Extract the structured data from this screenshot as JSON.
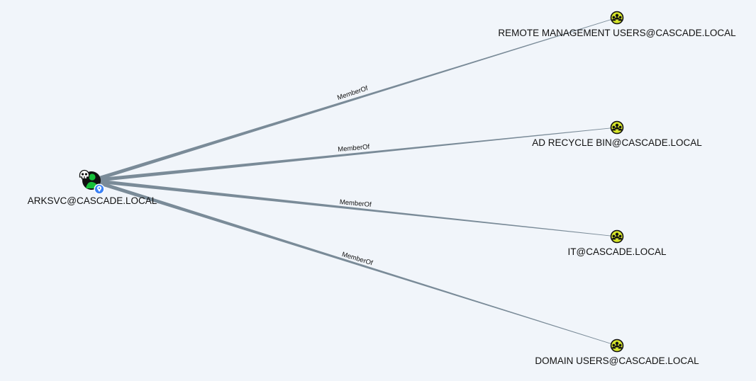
{
  "graph": {
    "source": {
      "id": "user",
      "label": "ARKSVC@CASCADE.LOCAL",
      "type": "user",
      "badges": [
        "skull-icon",
        "owned-pin-icon"
      ],
      "colors": {
        "body": "#17c03a",
        "outline": "#111111",
        "badge": "#3b82f6"
      }
    },
    "targets": [
      {
        "id": "g1",
        "label": "REMOTE MANAGEMENT USERS@CASCADE.LOCAL",
        "type": "group"
      },
      {
        "id": "g2",
        "label": "AD RECYCLE BIN@CASCADE.LOCAL",
        "type": "group"
      },
      {
        "id": "g3",
        "label": "IT@CASCADE.LOCAL",
        "type": "group"
      },
      {
        "id": "g4",
        "label": "DOMAIN USERS@CASCADE.LOCAL",
        "type": "group"
      }
    ],
    "edges": [
      {
        "from": "user",
        "to": "g1",
        "label": "MemberOf"
      },
      {
        "from": "user",
        "to": "g2",
        "label": "MemberOf"
      },
      {
        "from": "user",
        "to": "g3",
        "label": "MemberOf"
      },
      {
        "from": "user",
        "to": "g4",
        "label": "MemberOf"
      }
    ],
    "colors": {
      "background": "#f1f5fa",
      "edge": "#7a8b98",
      "group_icon_fill": "#d7e62a",
      "group_icon_outline": "#111111"
    }
  }
}
